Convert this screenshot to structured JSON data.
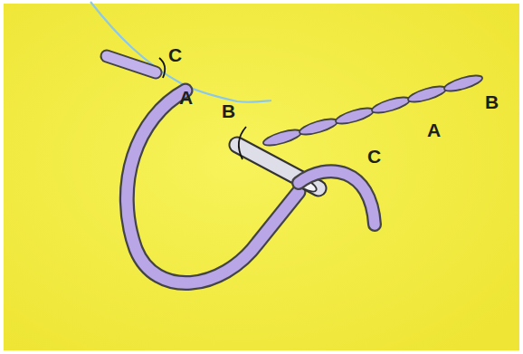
{
  "diagram": {
    "labels": [
      "C",
      "A",
      "B",
      "C",
      "A",
      "B"
    ]
  }
}
